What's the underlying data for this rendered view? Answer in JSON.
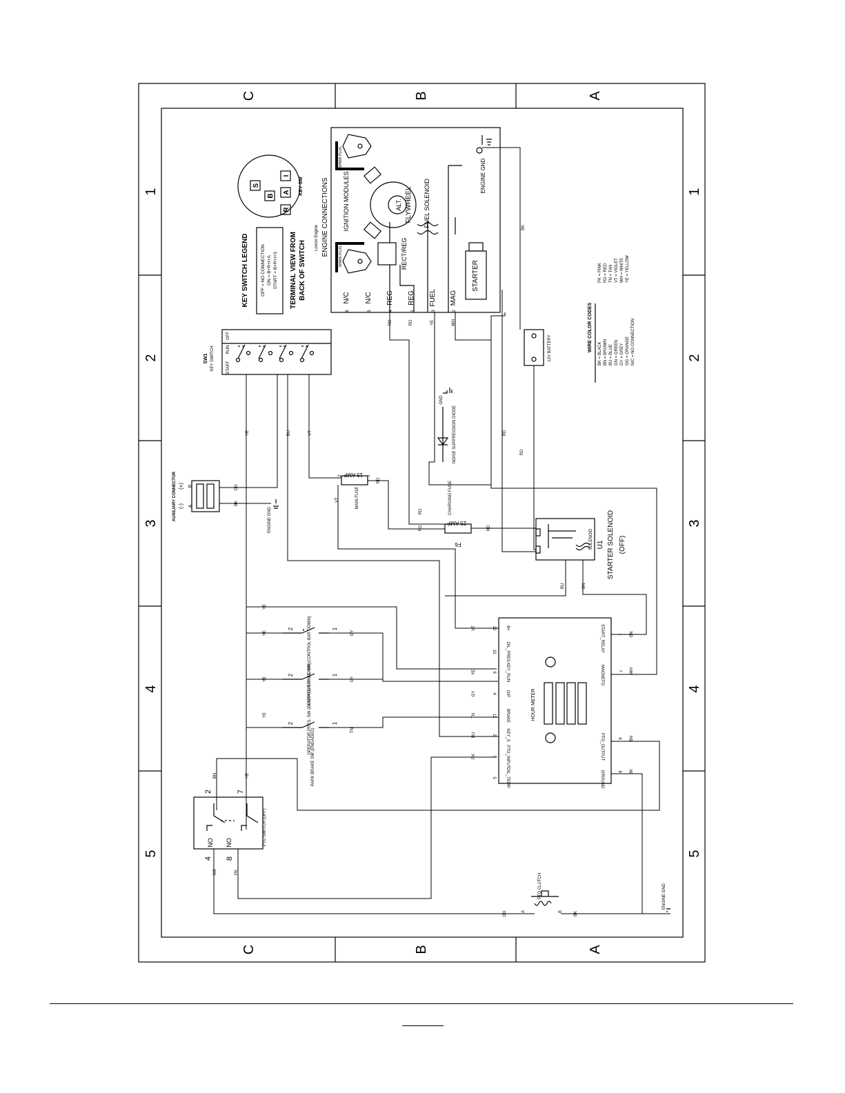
{
  "zones": {
    "columns": [
      "C",
      "B",
      "A"
    ],
    "rows": [
      "1",
      "2",
      "3",
      "4",
      "5"
    ]
  },
  "key_switch": {
    "legend_title": "KEY SWITCH LEGEND",
    "legend_lines": [
      "OFF    = NO CONNECTION",
      "ON     = B+R+I+A",
      "START  = B+R+I+S"
    ],
    "terminal_view": "TERMINAL VIEW FROM",
    "terminal_view2": "BACK OF SWITCH",
    "pins": [
      "S",
      "I",
      "B",
      "A",
      "R"
    ],
    "caption": "KEY SW",
    "ref": "SW1",
    "name": "KEY SWITCH",
    "positions": [
      "START",
      "RUN",
      "OFF"
    ],
    "terminals": [
      "5",
      "I",
      "4",
      "A",
      "S",
      "3",
      "R",
      "B",
      "2"
    ]
  },
  "engine": {
    "title": "ENGINE CONNECTIONS",
    "maker": "Loncin Engine",
    "spark_plug": "SPARK PLUG",
    "ignition": "IGNITION MODULES",
    "alt": "ALT.",
    "flywheel": "FLYWHEEL",
    "fuel_solenoid": "FUEL SOLENOID",
    "rect_reg": "RECT/REG",
    "starter": "STARTER",
    "engine_gnd": "ENGINE GND",
    "terminals": [
      {
        "num": "6",
        "label": "N/C"
      },
      {
        "num": "5",
        "label": "N/C"
      },
      {
        "num": "4",
        "label": "REG"
      },
      {
        "num": "1",
        "label": "REG"
      },
      {
        "num": "3",
        "label": "FUEL"
      },
      {
        "num": "2",
        "label": "MAG"
      }
    ]
  },
  "wire_codes": {
    "title": "WIRE COLOR CODES",
    "col1": [
      "BK = BLACK",
      "BN = BROWN",
      "BU = BLUE",
      "GN = GREEN",
      "GY = GREY",
      "OG = ORANGE",
      "N/C = NO CONNECTION"
    ],
    "col2": [
      "PK = PINK",
      "RD = RED",
      "TN = TAN",
      "VT = VIOLET",
      "WH = WHITE",
      "YE = YELLOW"
    ]
  },
  "battery": "12V BATTERY",
  "aux": {
    "name": "AUXILIARY CONNECTOR",
    "minus": "(-)",
    "plus": "(+)",
    "a": "A",
    "b": "B",
    "gnd": "ENGINE GND"
  },
  "fuses": {
    "main": "15 AMP",
    "main_name": "MAIN FUSE",
    "charge": "25 AMP",
    "charge_name": "CHARGING FUSE",
    "f6": "F6"
  },
  "diode": "NOISE SUPPRESSION DIODE",
  "gnd": "GND",
  "solenoid": {
    "ref": "U1",
    "name": "STARTER SOLENOID",
    "state": "(OFF)",
    "tag": "SOLENOID"
  },
  "switches": {
    "op1": "OPERATOR PRES. SW (CONTROL BAR DOWN)",
    "op2": "OPERATOR PRES. SW (CONTROL BAR DOWN)",
    "park": "PARK BRAKE SW (ENGAGED)",
    "pto": "PTO SWITCH (OFF)",
    "no": "NO"
  },
  "hour_meter": {
    "name": "HOUR METER",
    "left_pins": [
      {
        "num": "12",
        "label": "B+",
        "wire": "VT"
      },
      {
        "num": "10",
        "label": "OIL_PRES",
        "wire": ""
      },
      {
        "num": "9",
        "label": "KEY_RUN",
        "wire": "YE"
      },
      {
        "num": "4",
        "label": "O/P",
        "wire": "GY"
      },
      {
        "num": "11",
        "label": "BRAKE",
        "wire": "TN"
      },
      {
        "num": "2",
        "label": "KEY_S",
        "wire": "BU"
      },
      {
        "num": "3",
        "label": "PTO_INPUT",
        "wire": "PK"
      },
      {
        "num": "5",
        "label": "OIL_TEMP",
        "wire": ""
      }
    ],
    "right_pins": [
      {
        "num": "1",
        "label": "START_RELAY",
        "wire": "GN"
      },
      {
        "num": "7",
        "label": "MAGNETO",
        "wire": "WH"
      },
      {
        "num": "6",
        "label": "PTO_OUTPUT",
        "wire": "BN"
      },
      {
        "num": "8",
        "label": "GROUND",
        "wire": "BK"
      }
    ]
  },
  "pto_clutch": {
    "name": "PTO CLUTCH",
    "a": "A",
    "b": "B",
    "gnd": "ENGINE GND"
  },
  "wire_labels": {
    "ye": "YE",
    "bu": "BU",
    "vt": "VT",
    "og": "OG",
    "bk": "BK",
    "rd": "RD",
    "wh": "WH",
    "gn": "GN",
    "gy": "GY",
    "tn": "TN",
    "pk": "PK",
    "bn": "BN"
  },
  "numbers": {
    "n1": "1",
    "n2": "2",
    "n3": "3",
    "n4": "4",
    "n5": "5",
    "n6": "6",
    "n7": "7",
    "n8": "8",
    "n9": "9"
  }
}
